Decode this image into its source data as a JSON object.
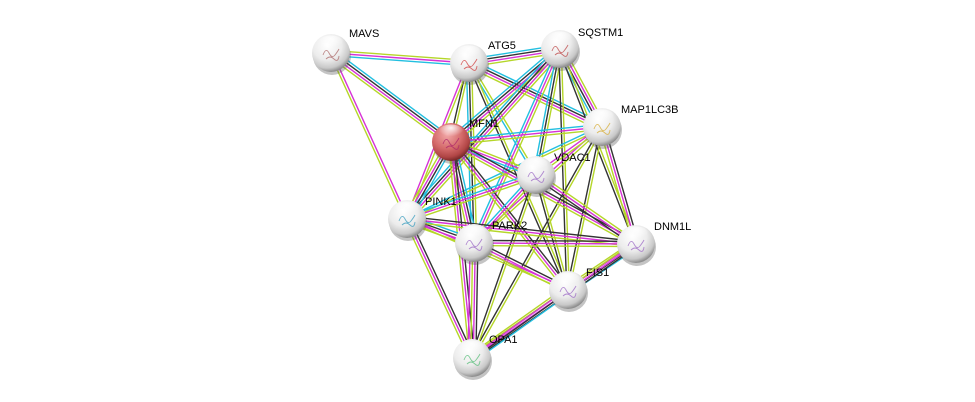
{
  "title": "STRING protein interaction network",
  "evidence_colors": {
    "database": "#22bfe0",
    "experiments": "#d633d6",
    "coexpression": "#333333",
    "textmining": "#b5d629"
  },
  "query_node_color": "#c45050",
  "node_color": "#e4e4e4",
  "nodes": [
    {
      "id": "MAVS",
      "label": "MAVS",
      "query": false
    },
    {
      "id": "ATG5",
      "label": "ATG5",
      "query": false
    },
    {
      "id": "SQSTM1",
      "label": "SQSTM1",
      "query": false
    },
    {
      "id": "MAP1LC3B",
      "label": "MAP1LC3B",
      "query": false
    },
    {
      "id": "MFN1",
      "label": "MFN1",
      "query": true
    },
    {
      "id": "VDAC1",
      "label": "VDAC1",
      "query": false
    },
    {
      "id": "PINK1",
      "label": "PINK1",
      "query": false
    },
    {
      "id": "PARK2",
      "label": "PARK2",
      "query": false
    },
    {
      "id": "DNM1L",
      "label": "DNM1L",
      "query": false
    },
    {
      "id": "FIS1",
      "label": "FIS1",
      "query": false
    },
    {
      "id": "OPA1",
      "label": "OPA1",
      "query": false
    }
  ],
  "edges": [
    {
      "source": "MAVS",
      "target": "ATG5",
      "evidence": [
        "textmining",
        "experiments",
        "database"
      ]
    },
    {
      "source": "MAVS",
      "target": "MFN1",
      "evidence": [
        "database",
        "coexpression",
        "experiments",
        "textmining"
      ]
    },
    {
      "source": "MAVS",
      "target": "PINK1",
      "evidence": [
        "experiments",
        "textmining"
      ]
    },
    {
      "source": "ATG5",
      "target": "SQSTM1",
      "evidence": [
        "database",
        "coexpression",
        "experiments",
        "textmining"
      ]
    },
    {
      "source": "ATG5",
      "target": "MAP1LC3B",
      "evidence": [
        "database",
        "coexpression",
        "experiments",
        "textmining"
      ]
    },
    {
      "source": "ATG5",
      "target": "MFN1",
      "evidence": [
        "textmining",
        "coexpression"
      ]
    },
    {
      "source": "ATG5",
      "target": "PINK1",
      "evidence": [
        "textmining",
        "experiments"
      ]
    },
    {
      "source": "ATG5",
      "target": "PARK2",
      "evidence": [
        "textmining",
        "coexpression",
        "database"
      ]
    },
    {
      "source": "ATG5",
      "target": "VDAC1",
      "evidence": [
        "textmining",
        "database"
      ]
    },
    {
      "source": "ATG5",
      "target": "FIS1",
      "evidence": [
        "textmining",
        "coexpression"
      ]
    },
    {
      "source": "SQSTM1",
      "target": "MAP1LC3B",
      "evidence": [
        "textmining",
        "experiments",
        "coexpression",
        "database"
      ]
    },
    {
      "source": "SQSTM1",
      "target": "MFN1",
      "evidence": [
        "textmining",
        "experiments",
        "coexpression",
        "database"
      ]
    },
    {
      "source": "SQSTM1",
      "target": "PINK1",
      "evidence": [
        "textmining",
        "experiments",
        "coexpression",
        "database"
      ]
    },
    {
      "source": "SQSTM1",
      "target": "PARK2",
      "evidence": [
        "textmining",
        "experiments",
        "database"
      ]
    },
    {
      "source": "SQSTM1",
      "target": "VDAC1",
      "evidence": [
        "textmining",
        "coexpression",
        "database"
      ]
    },
    {
      "source": "SQSTM1",
      "target": "DNM1L",
      "evidence": [
        "textmining",
        "coexpression"
      ]
    },
    {
      "source": "SQSTM1",
      "target": "FIS1",
      "evidence": [
        "textmining",
        "coexpression"
      ]
    },
    {
      "source": "MAP1LC3B",
      "target": "MFN1",
      "evidence": [
        "textmining",
        "experiments",
        "database"
      ]
    },
    {
      "source": "MAP1LC3B",
      "target": "PINK1",
      "evidence": [
        "textmining",
        "database"
      ]
    },
    {
      "source": "MAP1LC3B",
      "target": "PARK2",
      "evidence": [
        "textmining",
        "experiments"
      ]
    },
    {
      "source": "MAP1LC3B",
      "target": "VDAC1",
      "evidence": [
        "textmining",
        "experiments"
      ]
    },
    {
      "source": "MAP1LC3B",
      "target": "DNM1L",
      "evidence": [
        "coexpression",
        "experiments",
        "textmining"
      ]
    },
    {
      "source": "MAP1LC3B",
      "target": "FIS1",
      "evidence": [
        "textmining",
        "coexpression"
      ]
    },
    {
      "source": "MAP1LC3B",
      "target": "OPA1",
      "evidence": [
        "textmining",
        "coexpression"
      ]
    },
    {
      "source": "MFN1",
      "target": "VDAC1",
      "evidence": [
        "textmining",
        "experiments",
        "database"
      ]
    },
    {
      "source": "MFN1",
      "target": "PINK1",
      "evidence": [
        "database",
        "coexpression",
        "experiments",
        "textmining"
      ]
    },
    {
      "source": "MFN1",
      "target": "PARK2",
      "evidence": [
        "database",
        "coexpression",
        "experiments",
        "textmining"
      ]
    },
    {
      "source": "MFN1",
      "target": "DNM1L",
      "evidence": [
        "coexpression",
        "experiments",
        "textmining"
      ]
    },
    {
      "source": "MFN1",
      "target": "FIS1",
      "evidence": [
        "coexpression",
        "experiments",
        "textmining"
      ]
    },
    {
      "source": "MFN1",
      "target": "OPA1",
      "evidence": [
        "coexpression",
        "experiments",
        "textmining"
      ]
    },
    {
      "source": "VDAC1",
      "target": "PINK1",
      "evidence": [
        "textmining",
        "experiments",
        "database"
      ]
    },
    {
      "source": "VDAC1",
      "target": "PARK2",
      "evidence": [
        "textmining",
        "experiments",
        "database"
      ]
    },
    {
      "source": "VDAC1",
      "target": "DNM1L",
      "evidence": [
        "textmining",
        "experiments",
        "coexpression"
      ]
    },
    {
      "source": "VDAC1",
      "target": "FIS1",
      "evidence": [
        "textmining",
        "coexpression"
      ]
    },
    {
      "source": "VDAC1",
      "target": "OPA1",
      "evidence": [
        "textmining",
        "coexpression"
      ]
    },
    {
      "source": "PINK1",
      "target": "PARK2",
      "evidence": [
        "database",
        "coexpression",
        "experiments",
        "textmining"
      ]
    },
    {
      "source": "PINK1",
      "target": "DNM1L",
      "evidence": [
        "coexpression",
        "experiments",
        "textmining"
      ]
    },
    {
      "source": "PINK1",
      "target": "FIS1",
      "evidence": [
        "experiments",
        "textmining"
      ]
    },
    {
      "source": "PINK1",
      "target": "OPA1",
      "evidence": [
        "coexpression",
        "experiments",
        "textmining"
      ]
    },
    {
      "source": "PARK2",
      "target": "DNM1L",
      "evidence": [
        "coexpression",
        "experiments",
        "textmining"
      ]
    },
    {
      "source": "PARK2",
      "target": "FIS1",
      "evidence": [
        "coexpression",
        "experiments",
        "textmining"
      ]
    },
    {
      "source": "PARK2",
      "target": "OPA1",
      "evidence": [
        "coexpression",
        "experiments",
        "textmining",
        "experiments"
      ]
    },
    {
      "source": "DNM1L",
      "target": "FIS1",
      "evidence": [
        "database",
        "coexpression",
        "experiments",
        "textmining"
      ]
    },
    {
      "source": "DNM1L",
      "target": "OPA1",
      "evidence": [
        "coexpression",
        "experiments",
        "textmining"
      ]
    },
    {
      "source": "FIS1",
      "target": "OPA1",
      "evidence": [
        "database",
        "coexpression",
        "experiments",
        "textmining"
      ]
    }
  ]
}
